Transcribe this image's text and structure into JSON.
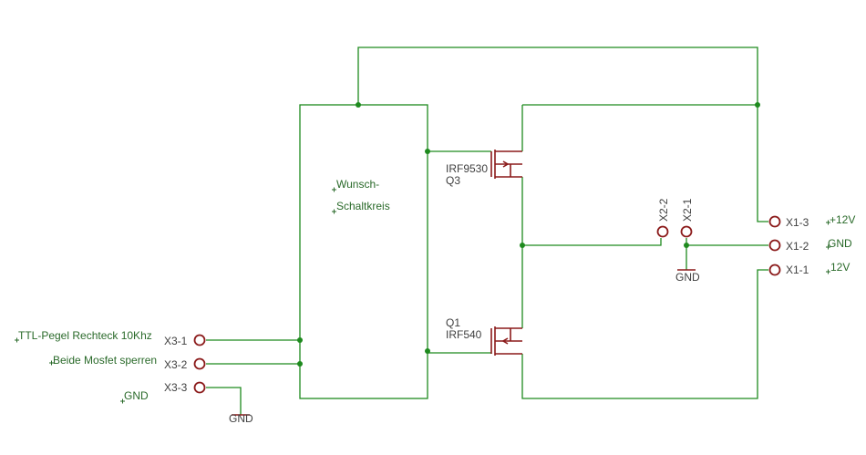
{
  "colors": {
    "wire": "#1e8a1e",
    "part": "#8b1a1a",
    "text": "#404040",
    "label": "#2a6a2a"
  },
  "block": {
    "line1": "Wunsch-",
    "line2": "Schaltkreis"
  },
  "transistors": {
    "upper": {
      "part": "IRF9530",
      "name": "Q3"
    },
    "lower": {
      "name": "Q1",
      "part": "IRF540"
    }
  },
  "connectors": {
    "x1": {
      "pin3": "X1-3",
      "pin2": "X1-2",
      "pin1": "X1-1"
    },
    "x2": {
      "pin2": "X2-2",
      "pin1": "X2-1"
    },
    "x3": {
      "pin1": "X3-1",
      "pin2": "X3-2",
      "pin3": "X3-3"
    }
  },
  "net_labels": {
    "x1_3": "+12V",
    "x1_2": "GND",
    "x1_1": "12V",
    "x3_1": "TTL-Pegel Rechteck 10Khz",
    "x3_2": "Beide Mosfet sperren",
    "x3_3": "GND"
  },
  "ground_symbols": {
    "x2": "GND",
    "x3": "GND"
  }
}
